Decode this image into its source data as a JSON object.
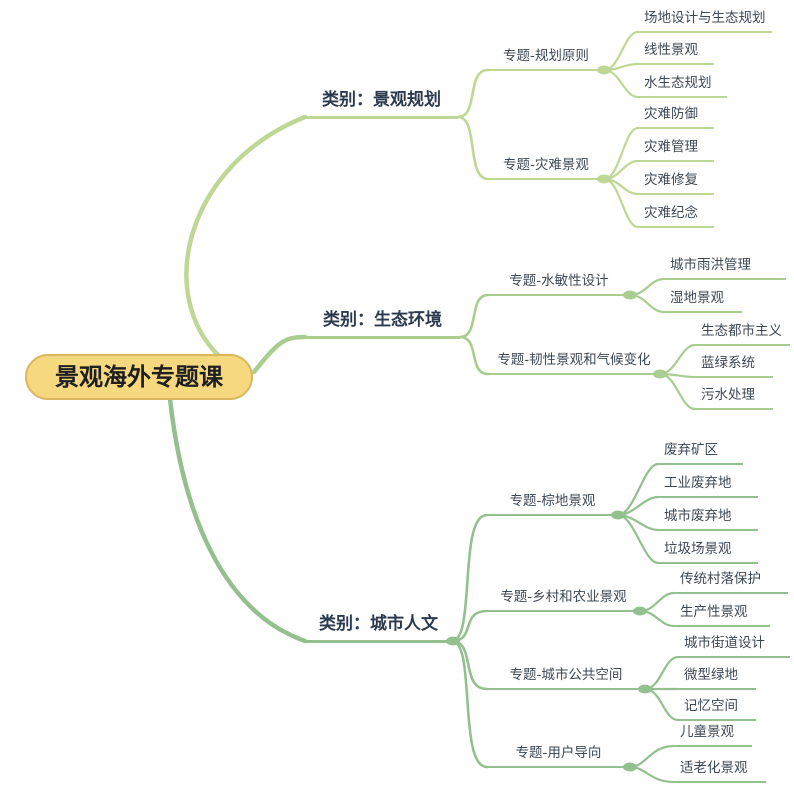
{
  "title": "景观海外专题课",
  "root": {
    "label": "景观海外专题课"
  },
  "branches": [
    {
      "label": "类别：景观规划",
      "color": "#bfd795",
      "topics": [
        {
          "label": "专题-规划原则",
          "leaves": [
            "场地设计与生态规划",
            "线性景观",
            "水生态规划"
          ]
        },
        {
          "label": "专题-灾难景观",
          "leaves": [
            "灾难防御",
            "灾难管理",
            "灾难修复",
            "灾难纪念"
          ]
        }
      ]
    },
    {
      "label": "类别：生态环境",
      "color": "#a9cd8f",
      "topics": [
        {
          "label": "专题-水敏性设计",
          "leaves": [
            "城市雨洪管理",
            "湿地景观"
          ]
        },
        {
          "label": "专题-韧性景观和气候变化",
          "leaves": [
            "生态都市主义",
            "蓝绿系统",
            "污水处理"
          ]
        }
      ]
    },
    {
      "label": "类别：城市人文",
      "color": "#94c090",
      "topics": [
        {
          "label": "专题-棕地景观",
          "leaves": [
            "废弃矿区",
            "工业废弃地",
            "城市废弃地",
            "垃圾场景观"
          ]
        },
        {
          "label": "专题-乡村和农业景观",
          "leaves": [
            "传统村落保护",
            "生产性景观"
          ]
        },
        {
          "label": "专题-城市公共空间",
          "leaves": [
            "城市街道设计",
            "微型绿地",
            "记忆空间"
          ]
        },
        {
          "label": "专题-用户导向",
          "leaves": [
            "儿童景观",
            "适老化景观"
          ]
        }
      ]
    }
  ],
  "colors": {
    "background": "#ffffff",
    "root_fill": "#f6d97e",
    "root_border": "#d9b75f",
    "root_text": "#1f1f1f",
    "category_text": "#2c3a4f",
    "node_text": "#3d4956",
    "branch1": "#bfd795",
    "branch2": "#a9cd8f",
    "branch3": "#94c090"
  }
}
